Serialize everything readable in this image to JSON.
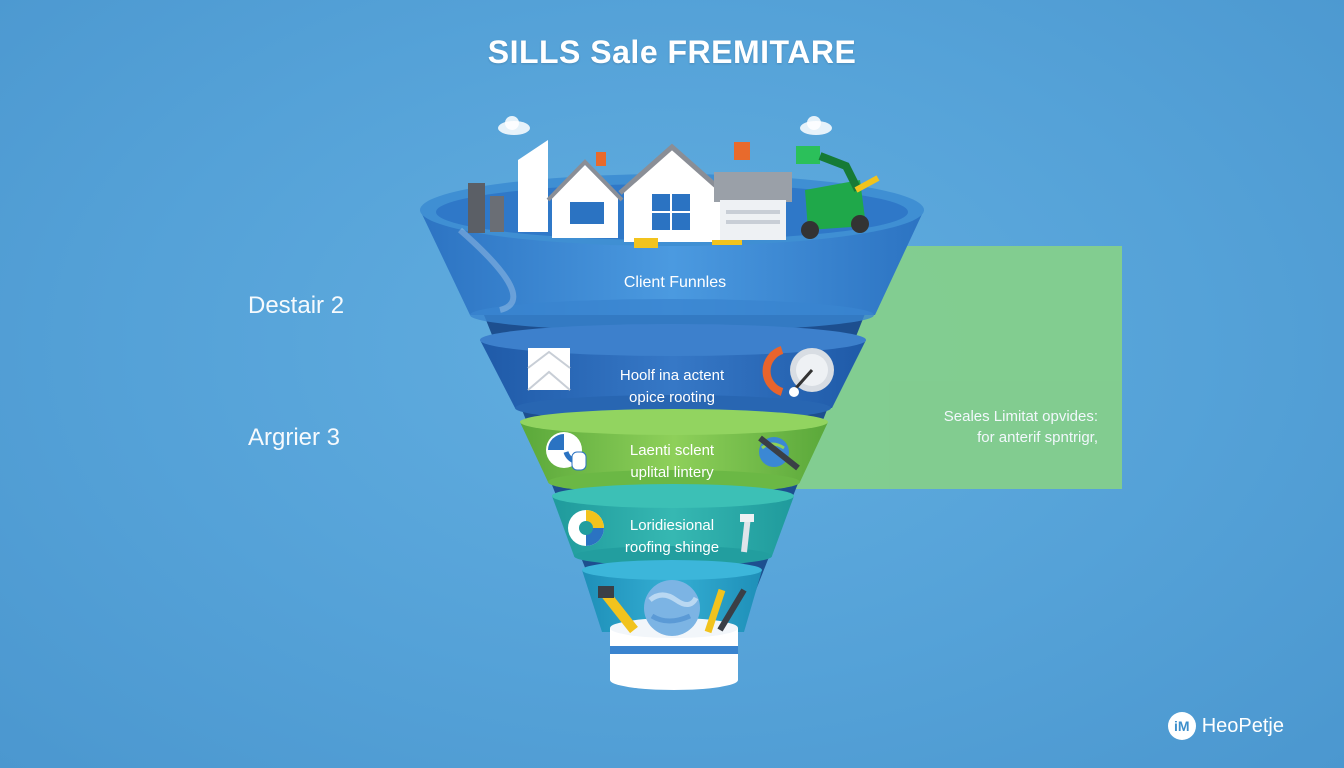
{
  "title": "SILLS Sale FREMITARE",
  "side_labels": [
    "Destair 2",
    "Argrier 3"
  ],
  "stages": [
    {
      "lines": [
        "Client Funnles"
      ]
    },
    {
      "lines": [
        "Hoolf ina actent",
        "opice rooting"
      ]
    },
    {
      "lines": [
        "Laenti sclent",
        "uplital lintery"
      ]
    },
    {
      "lines": [
        "Loridiesional",
        "roofing shinge"
      ]
    }
  ],
  "panel": {
    "lines": [
      "Seales Limitat opvides:",
      "for anterif spntrigr,"
    ]
  },
  "brand": {
    "logo": "iM",
    "name": "HeoPetje"
  },
  "colors": {
    "background": "#56a3d8",
    "top_band": "#3f8fd3",
    "band_dark_blue": "#2f6fbd",
    "band_green": "#7cc64a",
    "band_teal": "#2aa8a8",
    "panel_green": "#86d08a"
  },
  "icons": [
    "cloud-icon",
    "house-icon",
    "garage-icon",
    "lawnmower-icon",
    "envelope-icon",
    "gauge-icon",
    "globe-icon",
    "hammer-icon",
    "tools-icon"
  ]
}
